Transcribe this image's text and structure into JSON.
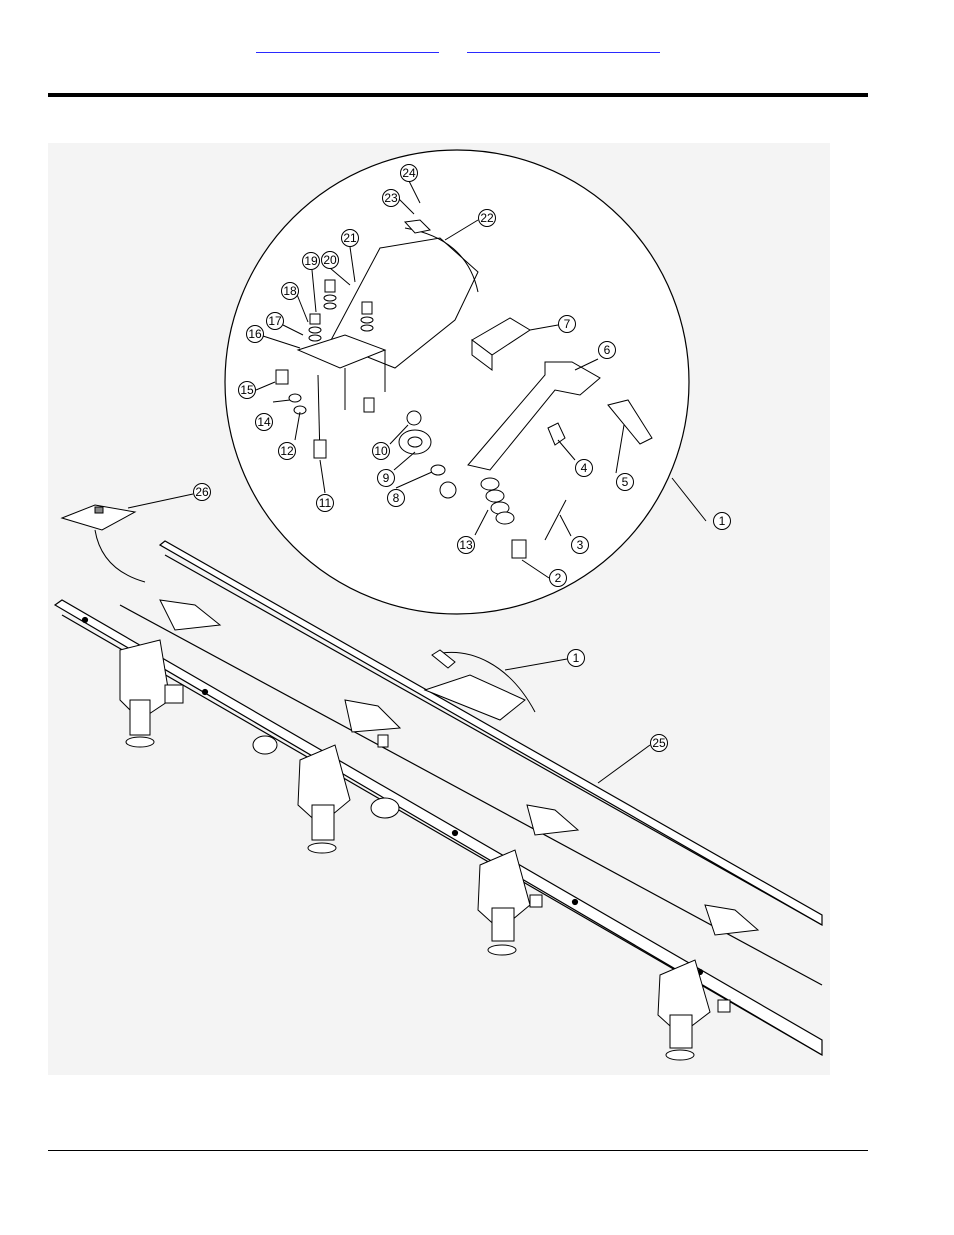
{
  "header": {
    "links": [
      {
        "label": ""
      },
      {
        "label": ""
      }
    ]
  },
  "figure": {
    "callouts": [
      {
        "num": "1"
      },
      {
        "num": "2"
      },
      {
        "num": "3"
      },
      {
        "num": "4"
      },
      {
        "num": "5"
      },
      {
        "num": "6"
      },
      {
        "num": "7"
      },
      {
        "num": "8"
      },
      {
        "num": "9"
      },
      {
        "num": "10"
      },
      {
        "num": "11"
      },
      {
        "num": "12"
      },
      {
        "num": "13"
      },
      {
        "num": "14"
      },
      {
        "num": "15"
      },
      {
        "num": "16"
      },
      {
        "num": "17"
      },
      {
        "num": "18"
      },
      {
        "num": "19"
      },
      {
        "num": "20"
      },
      {
        "num": "21"
      },
      {
        "num": "22"
      },
      {
        "num": "23"
      },
      {
        "num": "24"
      },
      {
        "num": "25"
      },
      {
        "num": "26"
      },
      {
        "num": "1"
      }
    ]
  }
}
